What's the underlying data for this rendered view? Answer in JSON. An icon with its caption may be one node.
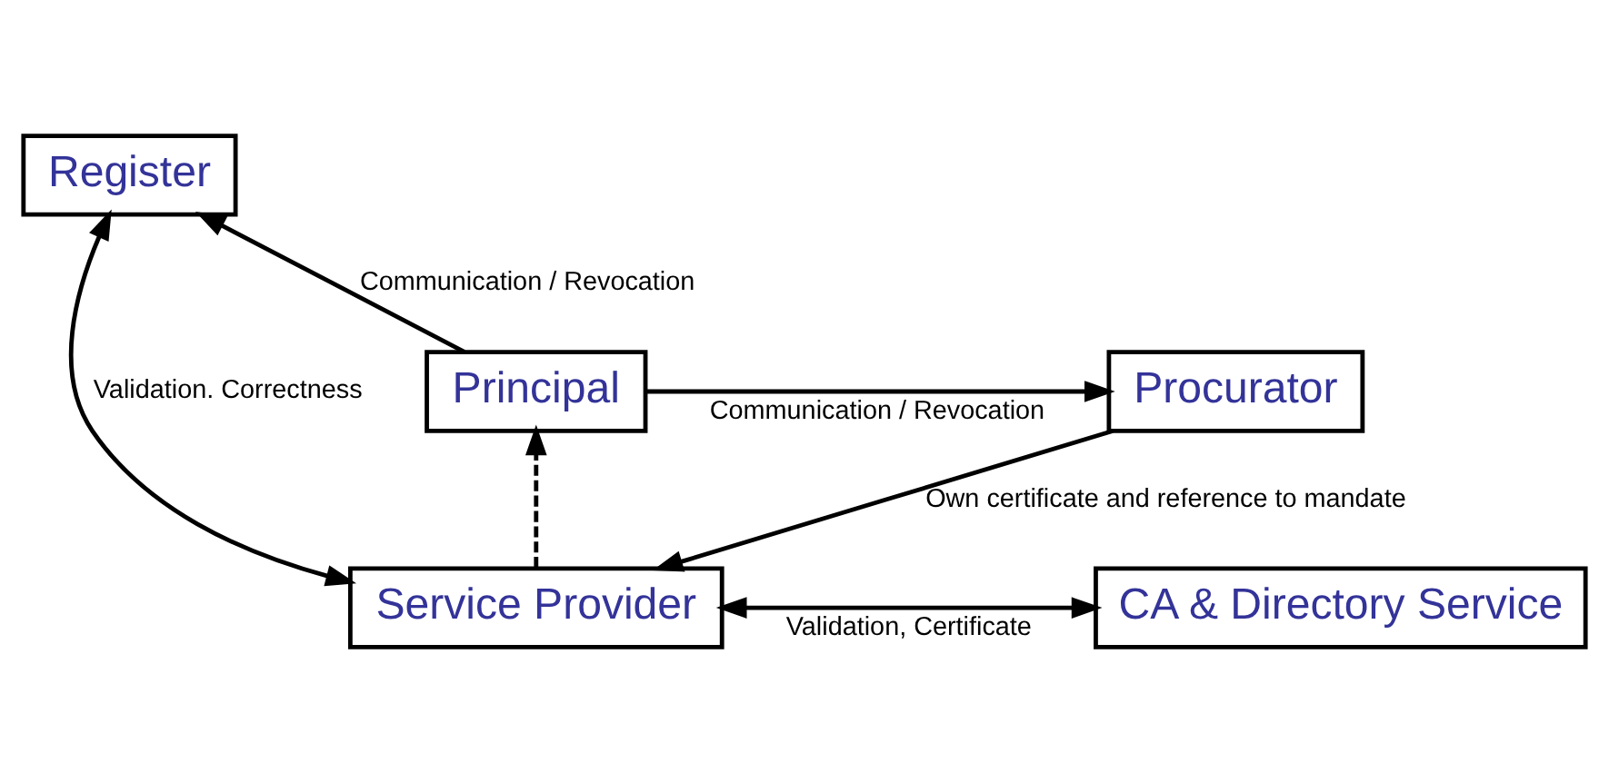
{
  "diagram": {
    "nodes": [
      {
        "text": [
          "CA & Directory Service"
        ]
      },
      {
        "text": [
          "Service Provider"
        ]
      },
      {
        "text": [
          "Register"
        ]
      },
      {
        "text": [
          "Principal"
        ]
      },
      {
        "text": [
          "Procurator"
        ]
      }
    ],
    "edges": [
      {
        "from": 1,
        "to": 0,
        "arrow": "both",
        "label": "Validation, Certificate"
      },
      {
        "from": 1,
        "to": 2,
        "arrow": "both",
        "label": "Validation. Correctness"
      },
      {
        "from": 1,
        "to": 3,
        "arrow": "to",
        "style": "dashed"
      },
      {
        "from": 3,
        "to": 2,
        "arrow": "to",
        "label": "Communication / Revocation"
      },
      {
        "from": 3,
        "to": 4,
        "arrow": "to",
        "label": "Communication / Revocation"
      },
      {
        "from": 4,
        "to": 1,
        "arrow": "to",
        "label": "Own certificate and reference to mandate"
      }
    ]
  }
}
